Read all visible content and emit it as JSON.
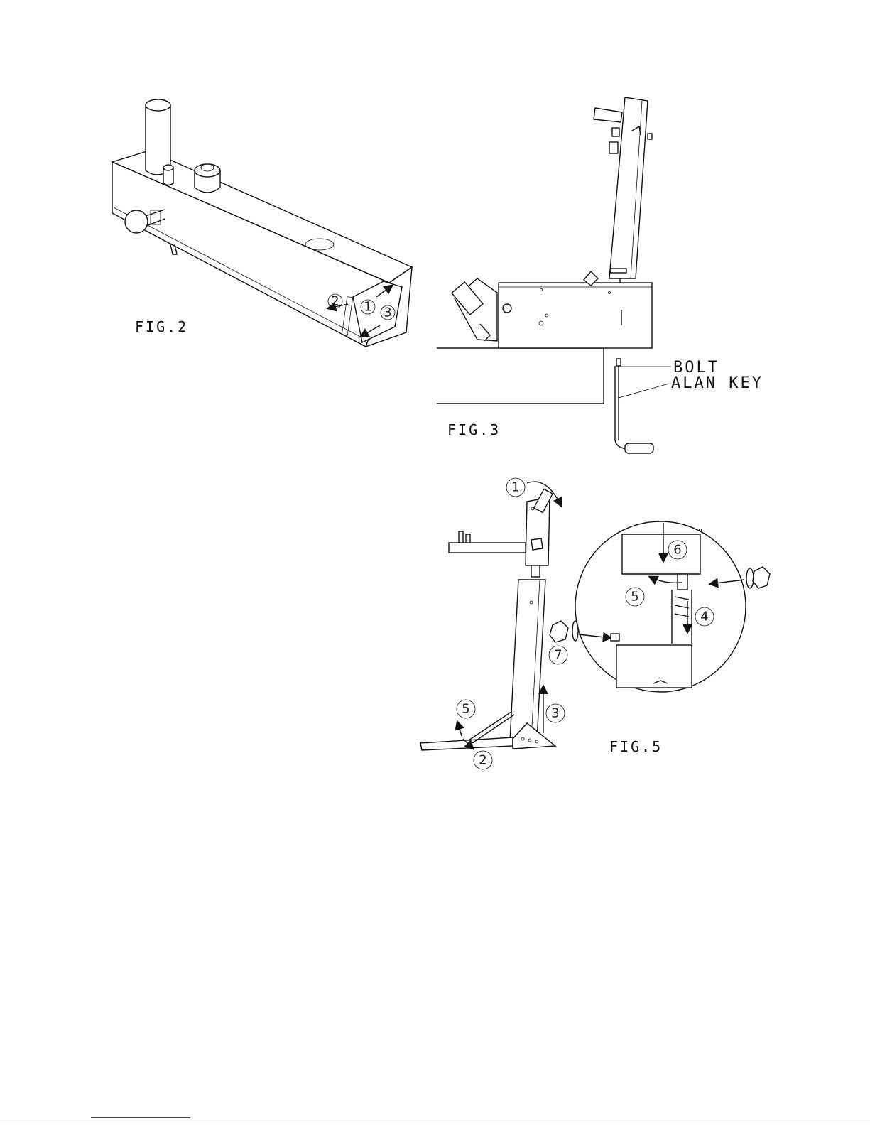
{
  "figures": {
    "fig2": {
      "label": "FIG.2",
      "steps": [
        "1",
        "2",
        "3"
      ]
    },
    "fig3": {
      "label": "FIG.3",
      "callouts": [
        "BOLT",
        "ALAN KEY"
      ]
    },
    "fig5": {
      "label": "FIG.5",
      "steps": [
        "1",
        "2",
        "3",
        "4",
        "5",
        "5",
        "6",
        "7"
      ]
    }
  },
  "colors": {
    "line": "#111111",
    "link_rule": "#2a3bd6"
  }
}
